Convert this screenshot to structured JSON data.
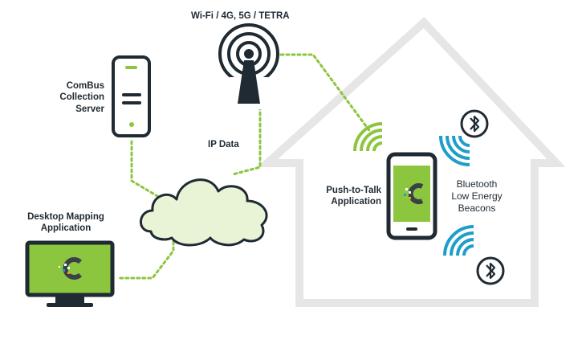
{
  "labels": {
    "wifi": "Wi-Fi / 4G, 5G  / TETRA",
    "server_line1": "ComBus",
    "server_line2": "Collection",
    "server_line3": "Server",
    "ip_data": "IP Data",
    "desktop_line1": "Desktop Mapping",
    "desktop_line2": "Application",
    "ptt_line1": "Push-to-Talk",
    "ptt_line2": "Application",
    "ble_line1": "Bluetooth",
    "ble_line2": "Low Energy",
    "ble_line3": "Beacons"
  },
  "icons": {
    "tower": "radio-tower-icon",
    "server": "server-icon",
    "cloud": "cloud-icon",
    "monitor": "monitor-icon",
    "phone": "smartphone-icon",
    "bluetooth": "bluetooth-icon",
    "house": "house-outline-icon"
  },
  "colors": {
    "dark": "#1f2a33",
    "green": "#8cc63f",
    "blue": "#1e9ec9",
    "house": "#e8e8e8",
    "cloud": "#e9f4d6"
  }
}
